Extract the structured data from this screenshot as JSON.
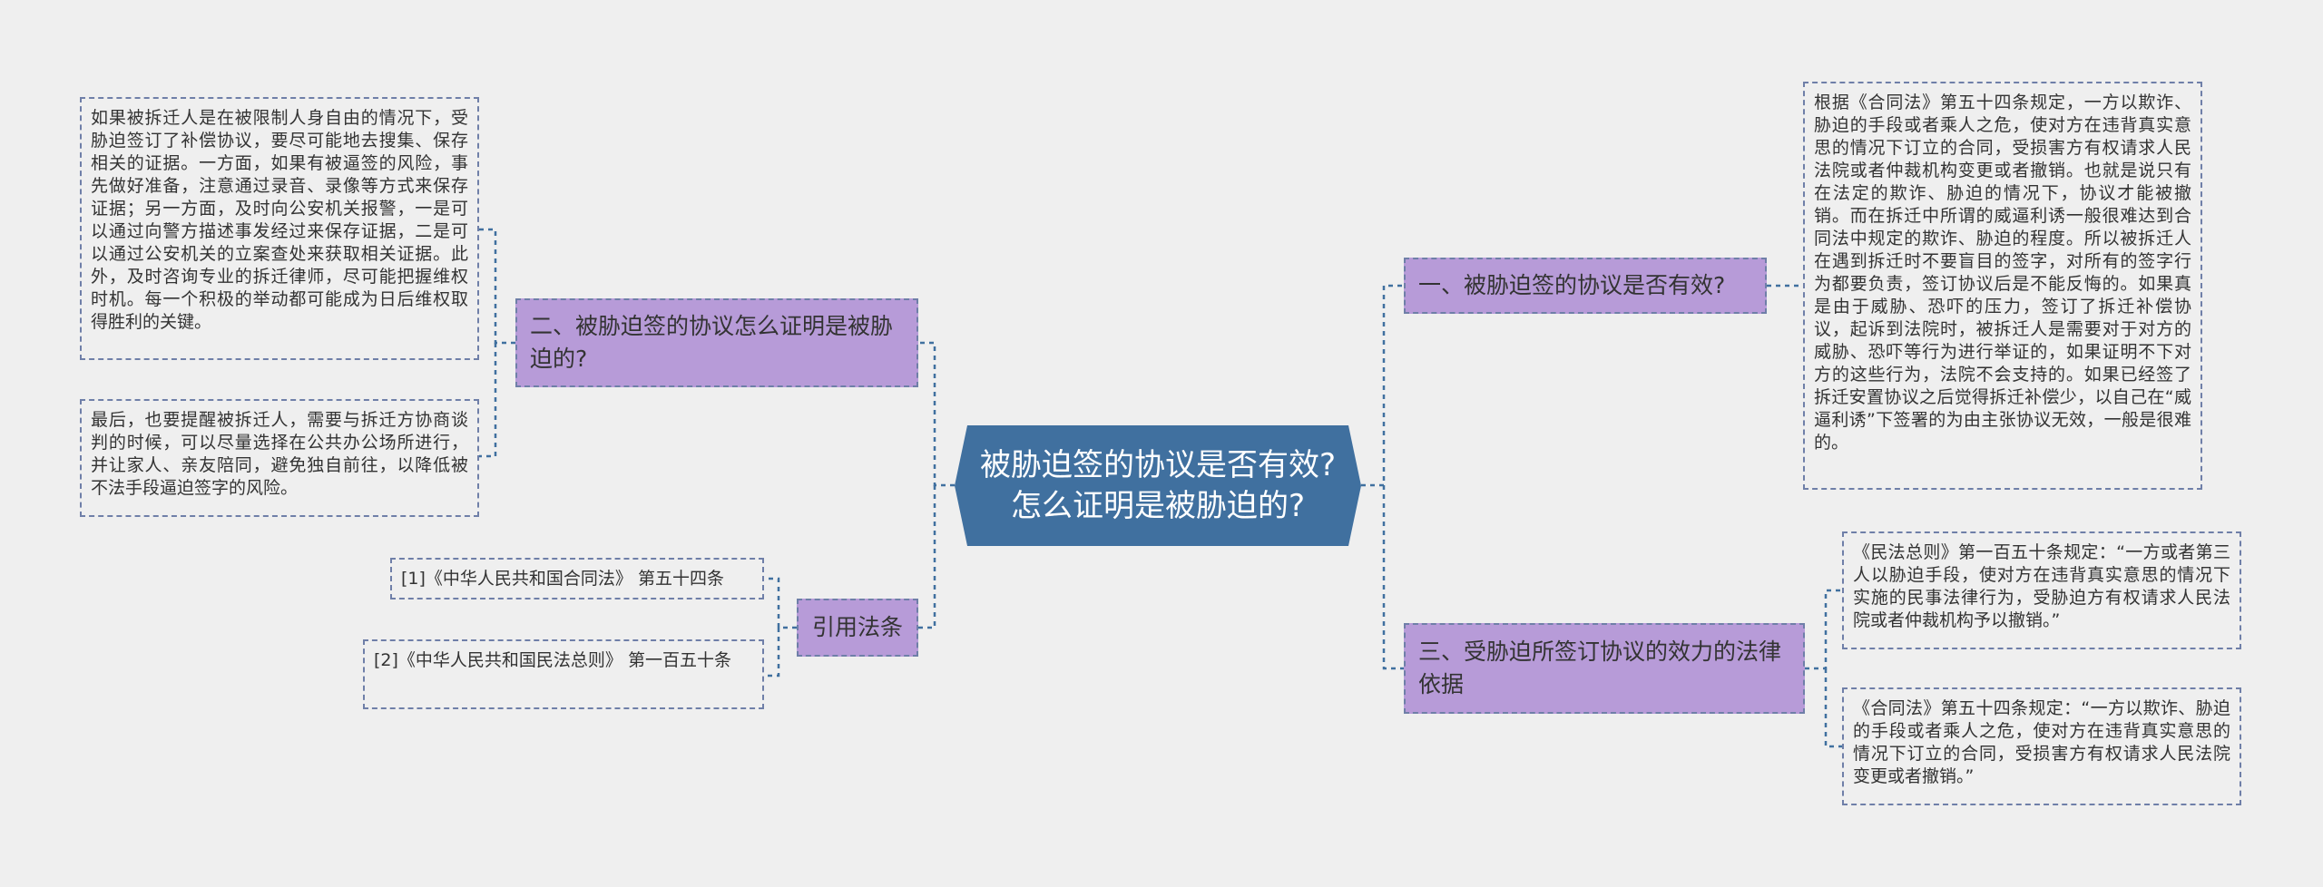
{
  "central": {
    "title_line1": "被胁迫签的协议是否有效?",
    "title_line2": "怎么证明是被胁迫的?"
  },
  "branches": {
    "b1": {
      "label": "一、被胁迫签的协议是否有效?"
    },
    "b2": {
      "label": "二、被胁迫签的协议怎么证明是被胁迫的?"
    },
    "b3": {
      "label": "三、受胁迫所签订协议的效力的法律依据"
    },
    "b4": {
      "label": "引用法条"
    }
  },
  "leaves": {
    "b1_text": "根据《合同法》第五十四条规定，一方以欺诈、胁迫的手段或者乘人之危，使对方在违背真实意思的情况下订立的合同，受损害方有权请求人民法院或者仲裁机构变更或者撤销。也就是说只有在法定的欺诈、胁迫的情况下，协议才能被撤销。而在拆迁中所谓的威逼利诱一般很难达到合同法中规定的欺诈、胁迫的程度。所以被拆迁人在遇到拆迁时不要盲目的签字，对所有的签字行为都要负责，签订协议后是不能反悔的。如果真是由于威胁、恐吓的压力，签订了拆迁补偿协议，起诉到法院时，被拆迁人是需要对于对方的威胁、恐吓等行为进行举证的，如果证明不下对方的这些行为，法院不会支持的。如果已经签了拆迁安置协议之后觉得拆迁补偿少，以自己在“威逼利诱”下签署的为由主张协议无效，一般是很难的。",
    "b2_text1": "如果被拆迁人是在被限制人身自由的情况下，受胁迫签订了补偿协议，要尽可能地去搜集、保存相关的证据。一方面，如果有被逼签的风险，事先做好准备，注意通过录音、录像等方式来保存证据；另一方面，及时向公安机关报警，一是可以通过向警方描述事发经过来保存证据，二是可以通过公安机关的立案查处来获取相关证据。此外，及时咨询专业的拆迁律师，尽可能把握维权时机。每一个积极的举动都可能成为日后维权取得胜利的关键。",
    "b2_text2": "最后，也要提醒被拆迁人，需要与拆迁方协商谈判的时候，可以尽量选择在公共办公场所进行，并让家人、亲友陪同，避免独自前往，以降低被不法手段逼迫签字的风险。",
    "b3_text1": "《民法总则》第一百五十条规定：“一方或者第三人以胁迫手段，使对方在违背真实意思的情况下实施的民事法律行为，受胁迫方有权请求人民法院或者仲裁机构予以撤销。”",
    "b3_text2": "《合同法》第五十四条规定：“一方以欺诈、胁迫的手段或者乘人之危，使对方在违背真实意思的情况下订立的合同，受损害方有权请求人民法院变更或者撤销。”",
    "ref1": "[1]《中华人民共和国合同法》 第五十四条",
    "ref2": "[2]《中华人民共和国民法总则》 第一百五十条"
  },
  "colors": {
    "central": "#40709f",
    "branch": "#b79bd8",
    "connector": "#40709f",
    "border": "#6f7fa8"
  }
}
